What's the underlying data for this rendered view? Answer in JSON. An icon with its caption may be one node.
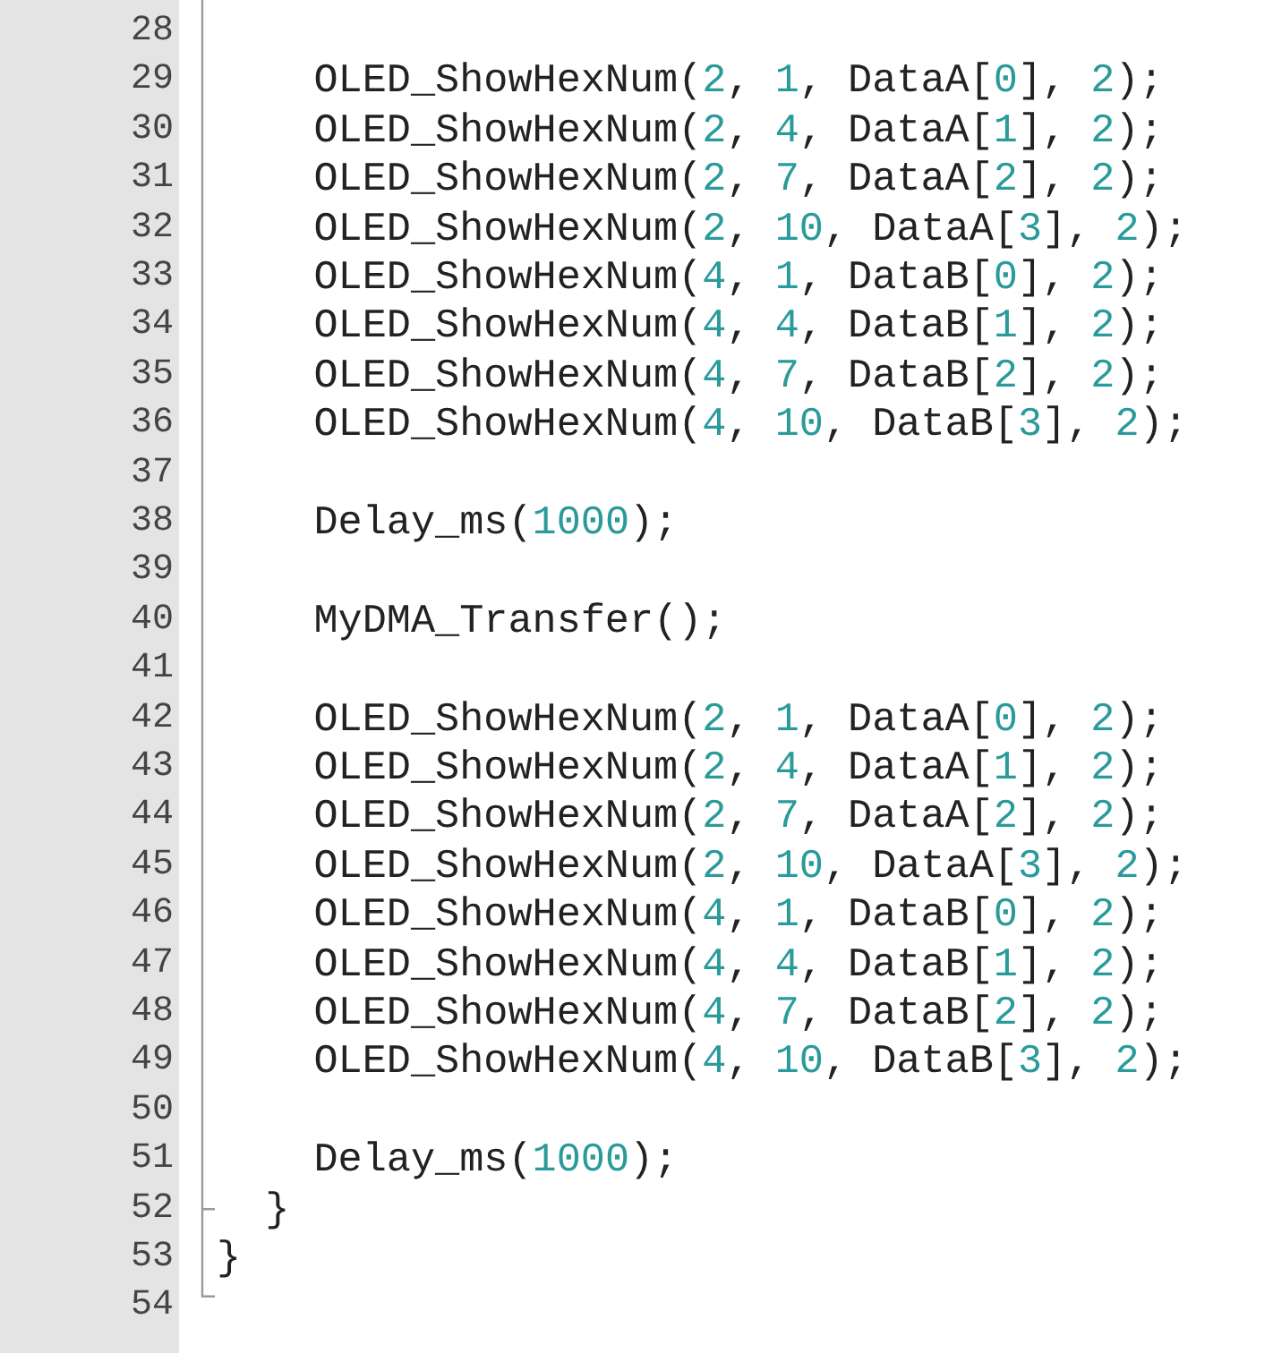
{
  "diagram": {
    "labels": [
      "28",
      "29",
      "OLED_ShowHexNum(2, 1, DataA[0], 2);",
      "30",
      "OLED_ShowHexNum(2, 4, DataA[1], 2);",
      "31",
      "OLED_ShowHexNum(2, 7, DataA[2], 2);",
      "32",
      "OLED_ShowHexNum(2, 10, DataA[3], 2);",
      "33",
      "OLED_ShowHexNum(4, 1, DataB[0], 2);",
      "34",
      "OLED_ShowHexNum(4, 4, DataB[1], 2);",
      "35",
      "OLED_ShowHexNum(4, 7, DataB[2], 2);",
      "36",
      "OLED_ShowHexNum(4, 10, DataB[3], 2);",
      "37",
      "38",
      "Delay_ms(1000);",
      "39",
      "40",
      "MyDMA_Transfer();",
      "41",
      "42",
      "OLED_ShowHexNum(2, 1, DataA[0], 2);",
      "43",
      "OLED_ShowHexNum(2, 4, DataA[1], 2);",
      "44",
      "OLED_ShowHexNum(2, 7, DataA[2], 2);",
      "45",
      "OLED_ShowHexNum(2, 10, DataA[3], 2);",
      "46",
      "OLED_ShowHexNum(4, 1, DataB[0], 2);",
      "47",
      "OLED_ShowHexNum(4, 4, DataB[1], 2);",
      "48",
      "OLED_ShowHexNum(4, 7, DataB[2], 2);",
      "49",
      "OLED_ShowHexNum(4, 10, DataB[3], 2);",
      "50",
      "51",
      "Delay_ms(1000);",
      "52",
      "}",
      "53",
      "}",
      "54"
    ]
  }
}
